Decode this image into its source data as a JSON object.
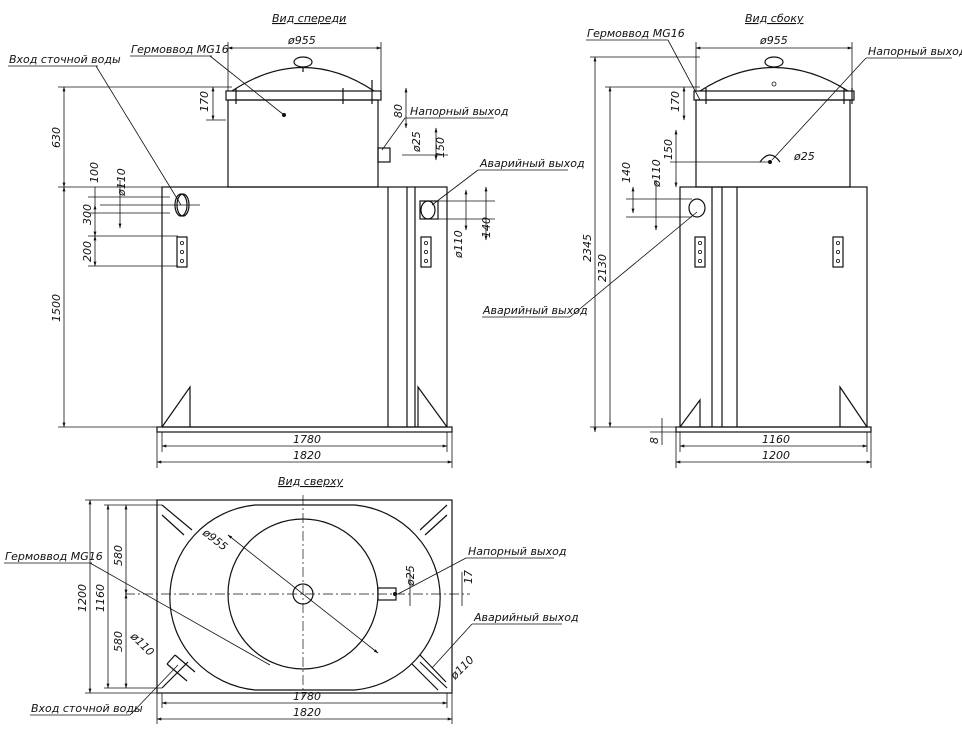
{
  "views": {
    "front": {
      "title": "Вид спереди",
      "labels": {
        "inlet": "Вход сточной воды",
        "gland": "Гермоввод MG16",
        "pressure": "Напорный выход",
        "emergency": "Аварийный выход"
      },
      "dims": {
        "d955": "ø955",
        "h170": "170",
        "h80": "80",
        "d25": "ø25",
        "h150": "150",
        "h630": "630",
        "h100": "100",
        "d110a": "ø110",
        "h300": "300",
        "h200": "200",
        "h1500": "1500",
        "d110b": "ø110",
        "h140": "140",
        "w1780": "1780",
        "w1820": "1820"
      }
    },
    "side": {
      "title": "Вид сбоку",
      "labels": {
        "gland": "Гермоввод MG16",
        "pressure": "Напорный выход",
        "emergency": "Аварийный выход"
      },
      "dims": {
        "d955": "ø955",
        "h170": "170",
        "h150": "150",
        "h140": "140",
        "d110": "ø110",
        "d25": "ø25",
        "h2345": "2345",
        "h2130": "2130",
        "h8": "8",
        "w1160": "1160",
        "w1200": "1200"
      }
    },
    "top": {
      "title": "Вид сверху",
      "labels": {
        "gland": "Гермоввод MG16",
        "pressure": "Напорный выход",
        "emergency": "Аварийный выход",
        "inlet": "Вход сточной воды"
      },
      "dims": {
        "d955": "ø955",
        "h580a": "580",
        "h580b": "580",
        "h1200": "1200",
        "h1160": "1160",
        "d110a": "ø110",
        "d25": "ø25",
        "h17": "17",
        "d110b": "ø110",
        "w1780": "1780",
        "w1820": "1820"
      }
    }
  }
}
